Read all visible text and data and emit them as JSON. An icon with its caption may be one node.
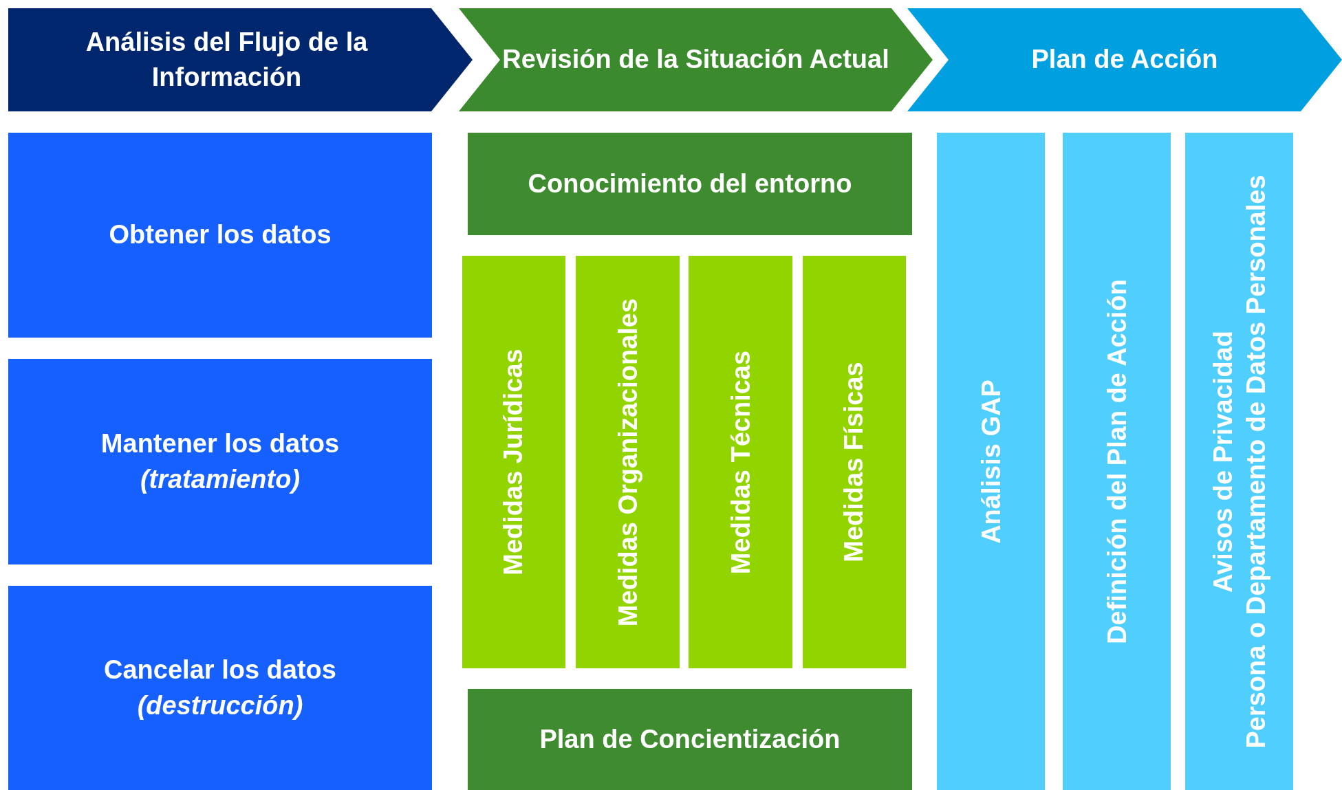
{
  "diagram": {
    "nodes": [
      {
        "text": [
          "Análisis del Flujo de la Información"
        ]
      },
      {
        "text": [
          "Revisión de la Situación Actual"
        ]
      },
      {
        "text": [
          "Plan de Acción"
        ]
      },
      {
        "text": [
          "Obtener los datos"
        ]
      },
      {
        "text": [
          "Mantener los datos *(tratamiento)*"
        ]
      },
      {
        "text": [
          "Cancelar los datos *(destrucción)*"
        ]
      },
      {
        "text": [
          "Conocimiento del entorno"
        ]
      },
      {
        "text": [
          "Medidas Jurídicas"
        ]
      },
      {
        "text": [
          "Medidas Organizacionales"
        ]
      },
      {
        "text": [
          "Medidas Técnicas"
        ]
      },
      {
        "text": [
          "Medidas Físicas"
        ]
      },
      {
        "text": [
          "Plan de Concientización"
        ]
      },
      {
        "text": [
          "Análisis GAP"
        ]
      },
      {
        "text": [
          "Definición del Plan de Acción"
        ]
      },
      {
        "text": [
          "Avisos de Privacidad",
          "Persona o Departamento de Datos Personales"
        ]
      }
    ]
  }
}
